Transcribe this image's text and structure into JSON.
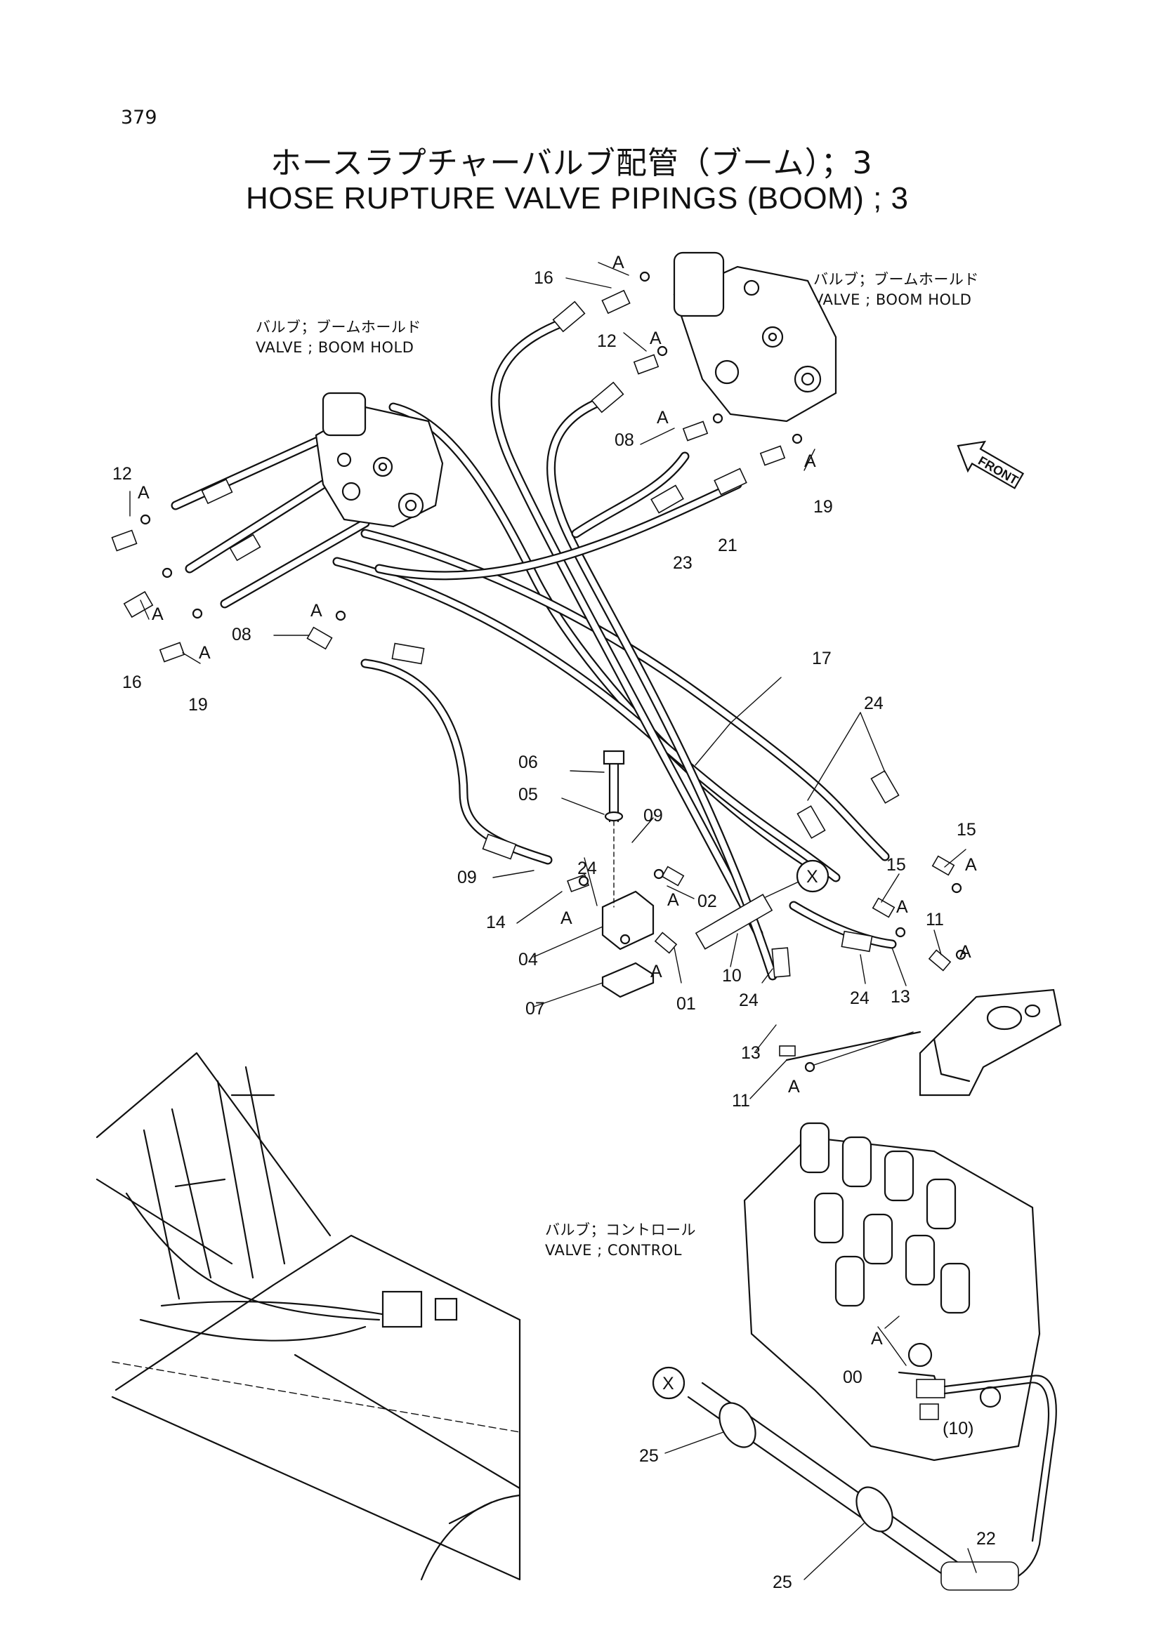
{
  "page_number": "379",
  "title": {
    "japanese": "ホースラプチャーバルブ配管（ブーム）；3",
    "english": "HOSE RUPTURE VALVE PIPINGS (BOOM) ; 3"
  },
  "captions": {
    "valve_boom_hold_right": {
      "jp": "バルブ；ブームホールド",
      "en": "VALVE ; BOOM HOLD"
    },
    "valve_boom_hold_left": {
      "jp": "バルブ；ブームホールド",
      "en": "VALVE ; BOOM HOLD"
    },
    "valve_control": {
      "jp": "バルブ；コントロール",
      "en": "VALVE ; CONTROL"
    }
  },
  "front_tag": "FRONT",
  "callouts": {
    "p16_top": "16",
    "a_top": "A",
    "p12_right": "12",
    "a_12_right": "A",
    "p08_right": "08",
    "a_08_right": "A",
    "a_19_right": "A",
    "p19_right": "19",
    "p12_left": "12",
    "a_12_left": "A",
    "a_16_left": "A",
    "p16_left": "16",
    "a_19_left": "A",
    "p19_left": "19",
    "p08_left": "08",
    "a_08_left": "A",
    "p23": "23",
    "p21": "21",
    "p17": "17",
    "p24_upper": "24",
    "p15_right": "15",
    "a_15_right": "A",
    "p15_mid": "15",
    "a_15_mid": "A",
    "p11_upper": "11",
    "a_11_upper": "A",
    "p06": "06",
    "p05": "05",
    "p09_right": "09",
    "p09_left": "09",
    "p24_mid": "24",
    "p14": "14",
    "a_14": "A",
    "p02": "02",
    "a_02": "A",
    "x_top": "X",
    "p04": "04",
    "p07": "07",
    "a_01": "A",
    "p01": "01",
    "p10": "10",
    "p24_lower": "24",
    "p24_lower2": "24",
    "p13_upper": "13",
    "p13_lower": "13",
    "p11_lower": "11",
    "a_11_lower": "A",
    "x_bottom": "X",
    "p00": "00",
    "a_00": "A",
    "p10_paren": "(10)",
    "p25_upper": "25",
    "p22": "22",
    "p25_lower": "25"
  }
}
